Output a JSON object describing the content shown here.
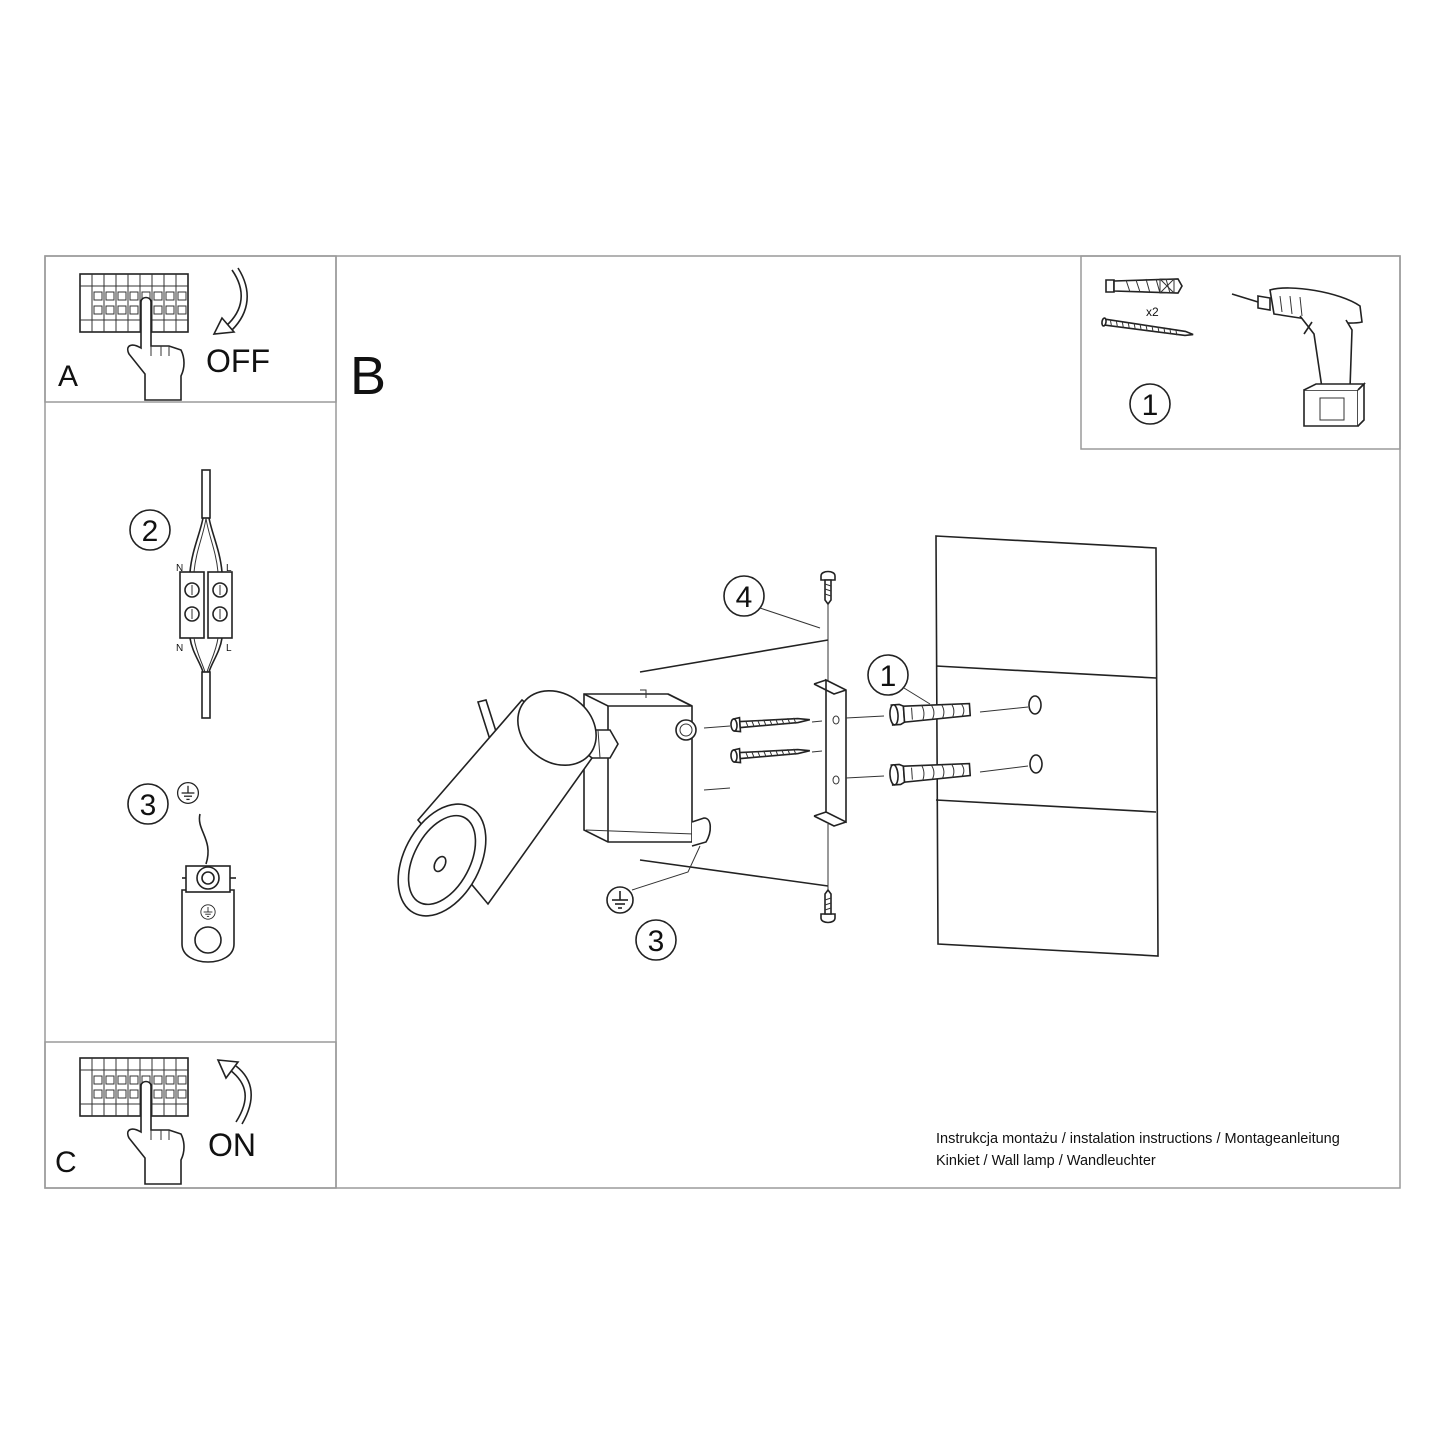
{
  "panels": {
    "a": {
      "letter": "A",
      "state": "OFF"
    },
    "b": {
      "letter": "B"
    },
    "c": {
      "letter": "C",
      "state": "ON"
    }
  },
  "tools": {
    "quantity": "x2",
    "step": "1"
  },
  "wiring": {
    "step": "2",
    "neutral": "N",
    "live": "L"
  },
  "earth": {
    "step": "3"
  },
  "assembly": {
    "callouts": {
      "dowel": "1",
      "earth": "3",
      "bracket": "4"
    }
  },
  "footer": {
    "line1": "Instrukcja montażu / instalation instructions / Montageanleitung",
    "line2": "Kinkiet / Wall lamp / Wandleuchter"
  },
  "icons": [
    "circuit-breaker-icon",
    "hand-icon",
    "arrow-down-icon",
    "arrow-up-icon",
    "wall-plug-icon",
    "screw-icon",
    "drill-icon",
    "terminal-block-icon",
    "ground-symbol-icon",
    "spotlight-icon",
    "mounting-bracket-icon"
  ]
}
